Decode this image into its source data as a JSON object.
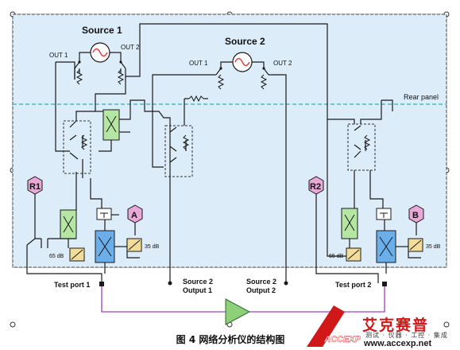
{
  "labels": {
    "source1": "Source 1",
    "source2": "Source 2",
    "s1_out1": "OUT 1",
    "s1_out2": "OUT 2",
    "s2_out1": "OUT 1",
    "s2_out2": "OUT 2",
    "rear_panel": "Rear panel",
    "r1": "R1",
    "r2": "R2",
    "a": "A",
    "b": "B",
    "att65_left": "65 dB",
    "att35_left": "35 dB",
    "att65_right": "65 dB",
    "att35_right": "35 dB",
    "test_port1": "Test port 1",
    "test_port2": "Test port 2",
    "src2_out1_line1": "Source 2",
    "src2_out1_line2": "Output 1",
    "src2_out2_line1": "Source 2",
    "src2_out2_line2": "Output 2"
  },
  "caption": "图 4  网络分析仪的结构图",
  "watermark": {
    "brand_cn": "艾克赛普",
    "brand_en": "ACCEXP",
    "tagline": "测试 · 仪器 · 工控 · 集成",
    "url": "www.accexp.net"
  },
  "colors": {
    "panel_fill": "#dcedf9",
    "rear_panel_line": "#3aa8b4",
    "receiver_fill": "#e8a8d8",
    "coupler_green": "#b6e6a4",
    "coupler_blue": "#6aaeea",
    "attenuator_fill": "#f2dc9a",
    "amplifier_fill": "#8ed07a",
    "jumper_purple": "#a040c0",
    "source_sine": "#e04040"
  }
}
